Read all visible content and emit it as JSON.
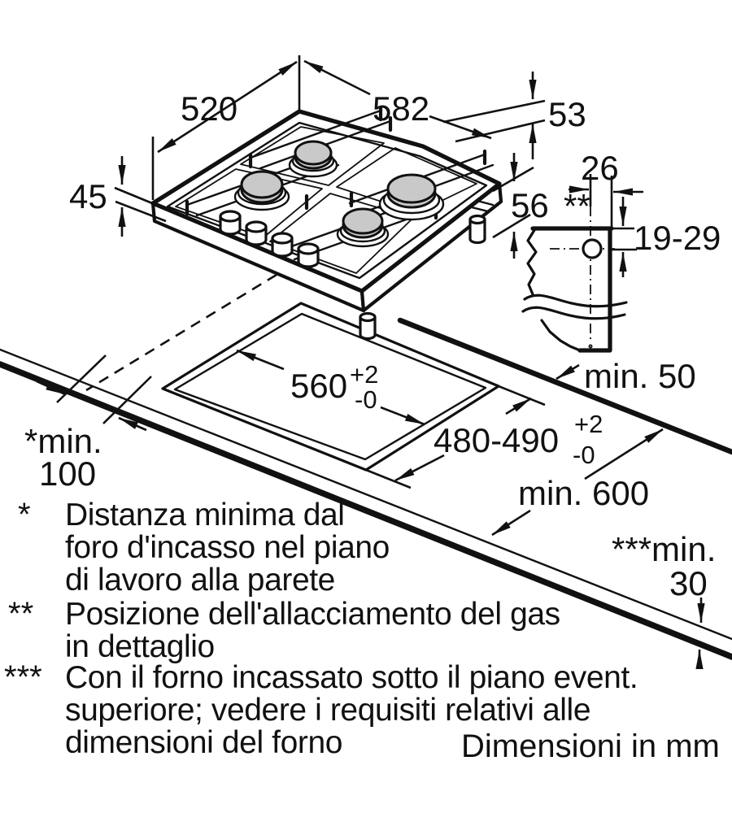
{
  "hob": {
    "depth_label": "520",
    "width_label": "582",
    "body_height_label": "45",
    "height_above_label": "53",
    "height_below_label": "56"
  },
  "gas_detail": {
    "horizontal_offset_label": "26",
    "reference_marker": "**",
    "vertical_offset_label": "19-29"
  },
  "worktop": {
    "rear_clearance_label": "min. 50",
    "depth_label": "min. 600",
    "cutout_width": "560",
    "cutout_width_tol_plus": "+2",
    "cutout_width_tol_minus": "-0",
    "cutout_depth": "480-490",
    "cutout_depth_tol_plus": "+2",
    "cutout_depth_tol_minus": "-0",
    "wall_distance_marker": "*min.",
    "wall_distance_value": "100",
    "oven_gap_marker": "***min.",
    "oven_gap_value": "30"
  },
  "footnotes": [
    {
      "marker": "*",
      "lines": [
        "Distanza minima dal",
        "foro d'incasso nel piano",
        "di lavoro alla parete"
      ]
    },
    {
      "marker": "**",
      "lines": [
        "Posizione dell'allacciamento del gas",
        "in dettaglio"
      ]
    },
    {
      "marker": "***",
      "lines": [
        "Con il forno incassato sotto il piano event.",
        "superiore; vedere i requisiti relativi alle",
        "dimensioni del forno"
      ]
    }
  ],
  "units_note": "Dimensioni in mm",
  "colors": {
    "line": "#111111",
    "burner_fill": "#c9c9c9",
    "background": "#ffffff"
  }
}
